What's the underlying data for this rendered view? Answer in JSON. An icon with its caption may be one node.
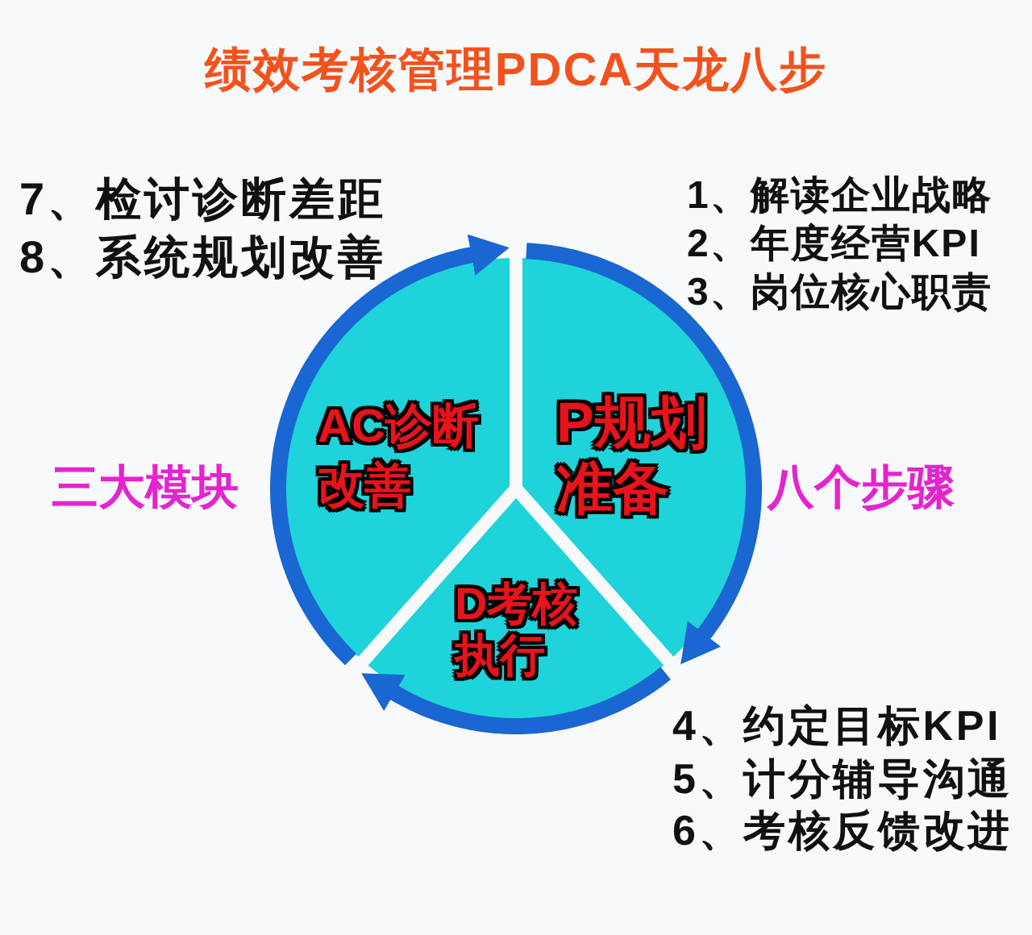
{
  "diagram": {
    "title": "绩效考核管理PDCA天龙八步",
    "nodes": [
      {
        "text": [
          "AC诊断改善"
        ],
        "beside": [
          "7、检讨诊断差距",
          "8、系统规划改善"
        ]
      },
      {
        "text": [
          "P规划准备"
        ],
        "beside": [
          "1、解读企业战略",
          "2、年度经营KPI",
          "3、岗位核心职责"
        ]
      },
      {
        "text": [
          "D考核执行"
        ],
        "beside": [
          "4、约定目标KPI",
          "5、计分辅导沟通",
          "6、考核反馈改进"
        ]
      }
    ],
    "edges": [
      {
        "from": 0,
        "to": 1,
        "arrow": "to"
      },
      {
        "from": 1,
        "to": 2,
        "arrow": "to"
      },
      {
        "from": 2,
        "to": 0,
        "arrow": "to"
      }
    ],
    "labels": [
      "三大模块",
      "八个步骤"
    ]
  }
}
